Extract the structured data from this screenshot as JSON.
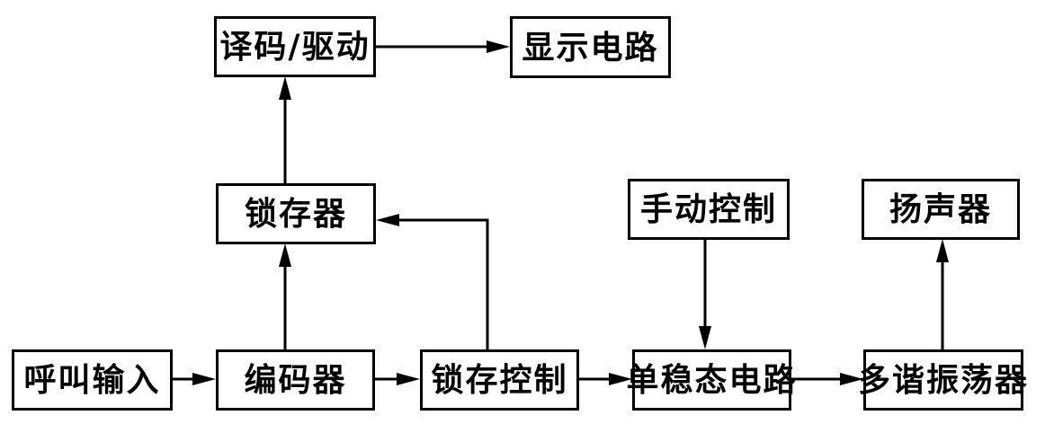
{
  "diagram": {
    "type": "block-diagram",
    "background_color": "#ffffff",
    "line_color": "#000000",
    "box_fill": "#ffffff",
    "nodes": {
      "decode_drive": {
        "label": "译码/驱动"
      },
      "display_circuit": {
        "label": "显示电路"
      },
      "latch": {
        "label": "锁存器"
      },
      "manual_control": {
        "label": "手动控制"
      },
      "speaker": {
        "label": "扬声器"
      },
      "call_input": {
        "label": "呼叫输入"
      },
      "encoder": {
        "label": "编码器"
      },
      "latch_control": {
        "label": "锁存控制"
      },
      "monostable": {
        "label": "单稳态电路"
      },
      "multivibrator": {
        "label": "多谐振荡器"
      }
    },
    "edges": [
      {
        "from": "decode_drive",
        "to": "display_circuit"
      },
      {
        "from": "latch",
        "to": "decode_drive"
      },
      {
        "from": "encoder",
        "to": "latch"
      },
      {
        "from": "latch_control",
        "to": "latch"
      },
      {
        "from": "call_input",
        "to": "encoder"
      },
      {
        "from": "encoder",
        "to": "latch_control"
      },
      {
        "from": "latch_control",
        "to": "monostable"
      },
      {
        "from": "manual_control",
        "to": "monostable"
      },
      {
        "from": "monostable",
        "to": "multivibrator"
      },
      {
        "from": "multivibrator",
        "to": "speaker"
      }
    ]
  }
}
